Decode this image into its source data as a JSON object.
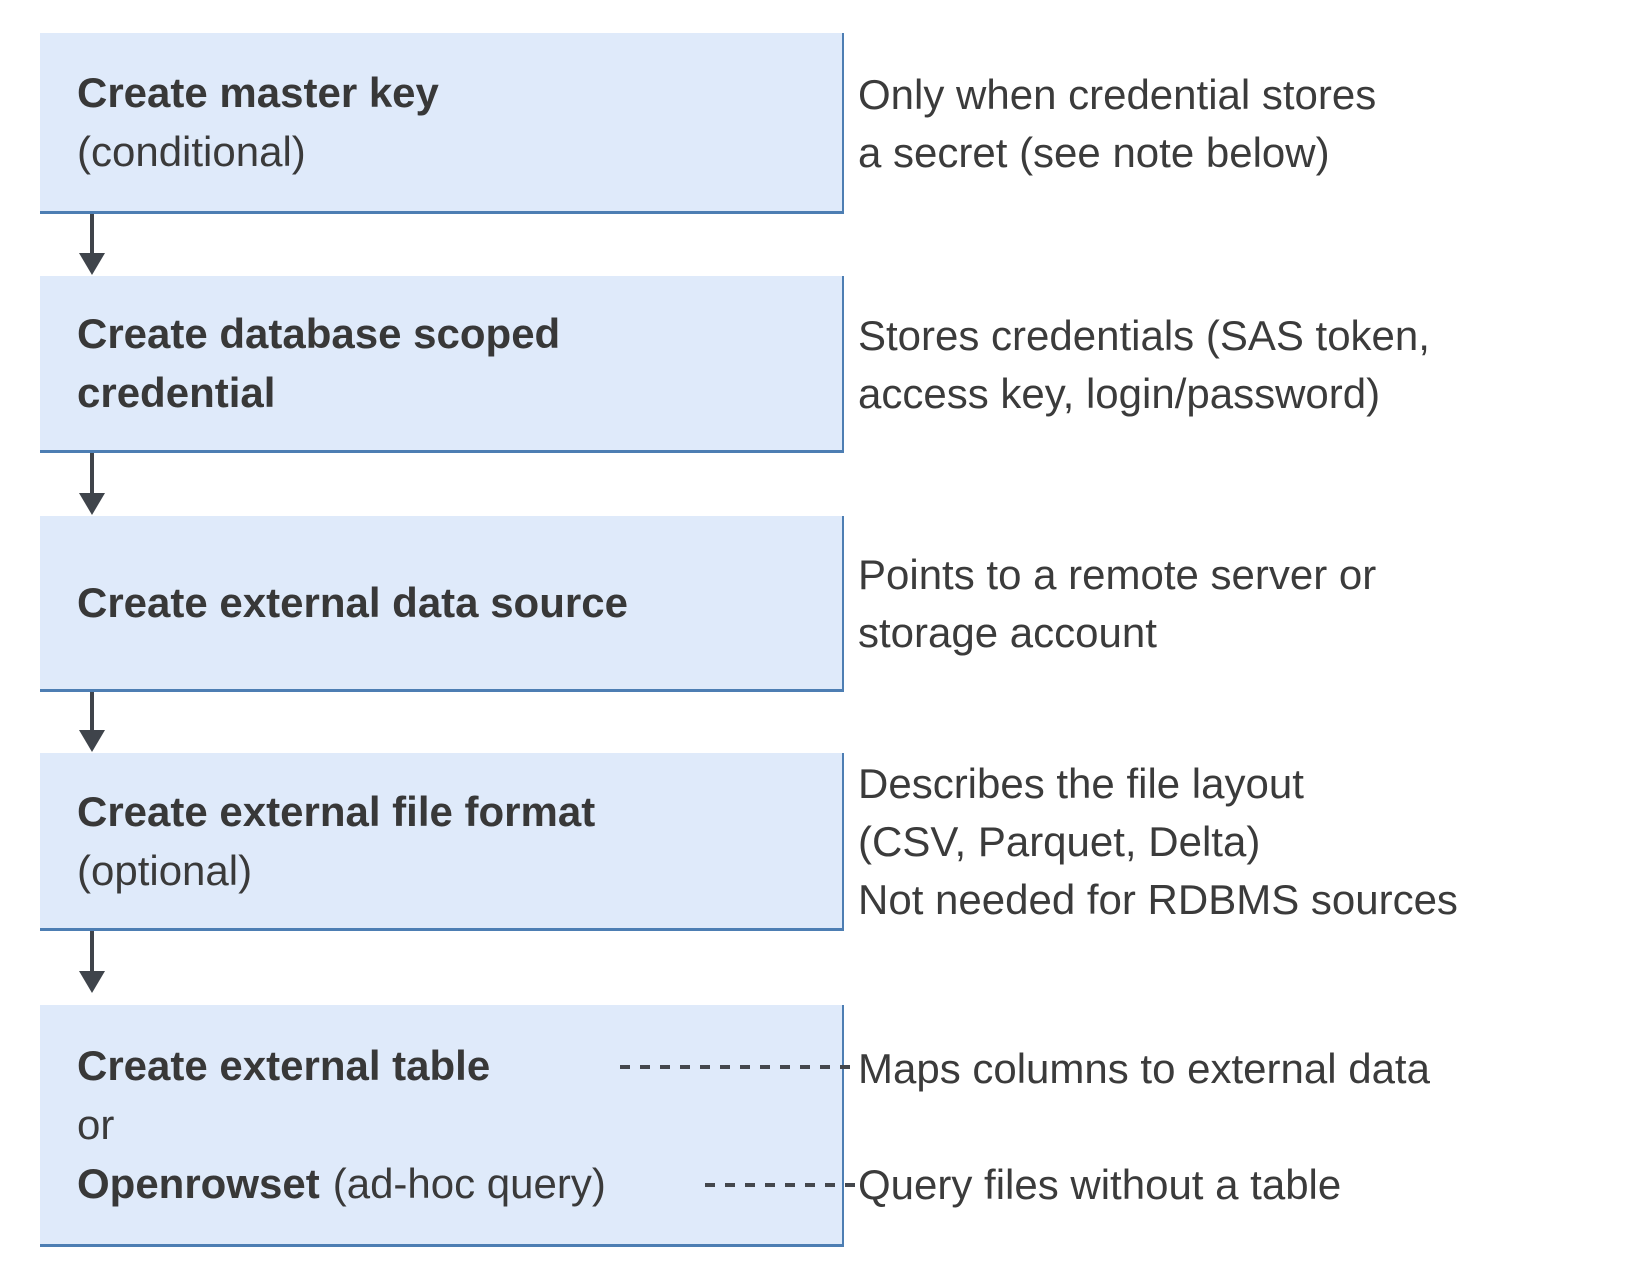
{
  "colors": {
    "box_fill": "#dfeafa",
    "box_border": "#4d7eb3",
    "text": "#3a3a3a",
    "arrow": "#3f444b"
  },
  "steps": [
    {
      "title": "Create master key",
      "subtitle": "(conditional)",
      "note": [
        "Only when credential stores",
        "a secret (see note below)"
      ]
    },
    {
      "title": "Create database scoped",
      "title_line2": "credential",
      "note": [
        "Stores credentials (SAS token,",
        "access key, login/password)"
      ]
    },
    {
      "title": "Create external data source",
      "note": [
        "Points to a remote server or",
        "storage account"
      ]
    },
    {
      "title": "Create external file format",
      "subtitle": "(optional)",
      "note": [
        "Describes the file layout",
        "(CSV, Parquet, Delta)",
        "Not needed for RDBMS sources"
      ]
    },
    {
      "title": "Create external table",
      "or_label": "or",
      "alt_title": "Openrowset",
      "alt_suffix": "(ad-hoc query)",
      "note_table": "Maps columns to external data",
      "note_openrowset": "Query files without a table"
    }
  ]
}
